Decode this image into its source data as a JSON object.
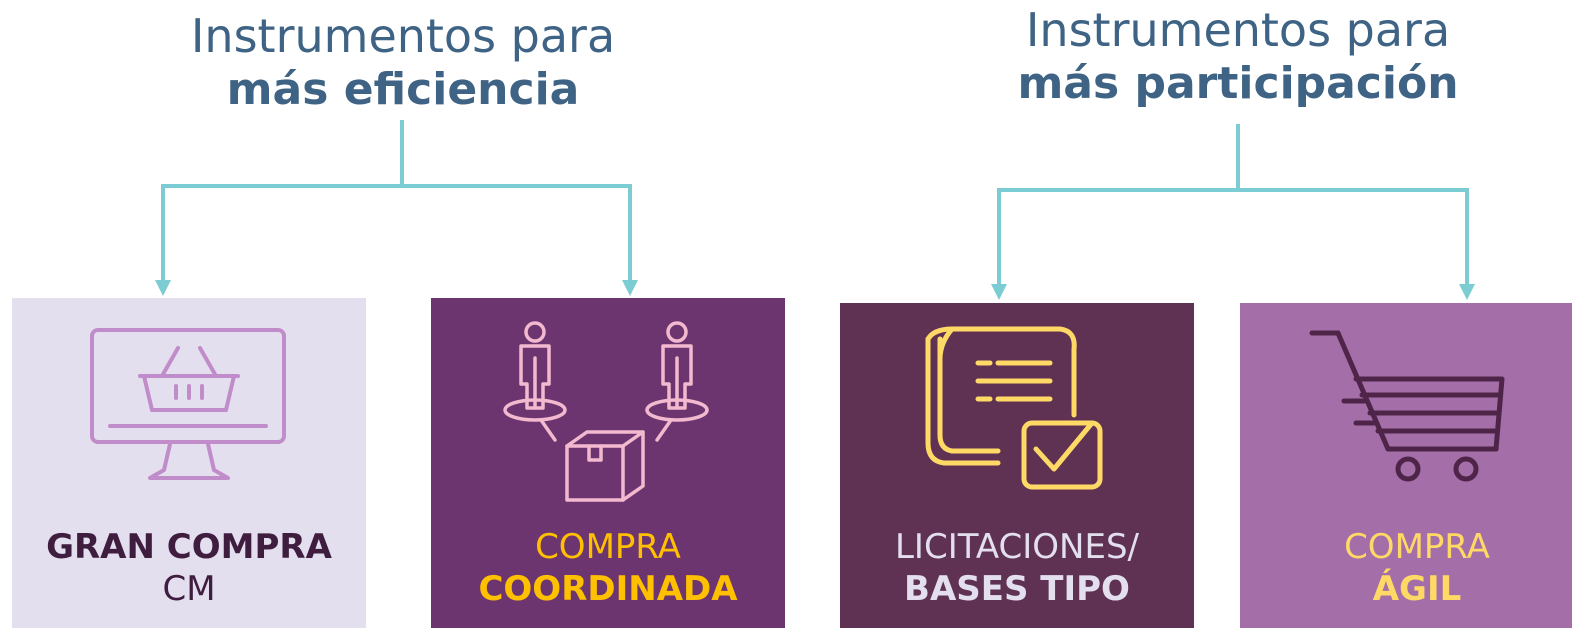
{
  "left_group": {
    "heading_line1": "Instrumentos para",
    "heading_line2": "más eficiencia",
    "cards": [
      {
        "line1": "GRAN COMPRA",
        "line2": "CM",
        "icon": "monitor-basket-icon"
      },
      {
        "line1": "COMPRA",
        "line2": "COORDINADA",
        "icon": "people-box-icon"
      }
    ]
  },
  "right_group": {
    "heading_line1": "Instrumentos para",
    "heading_line2": "más participación",
    "cards": [
      {
        "line1": "LICITACIONES/",
        "line2": "BASES TIPO",
        "icon": "document-check-icon"
      },
      {
        "line1": "COMPRA",
        "line2": "ÁGIL",
        "icon": "shopping-cart-icon"
      }
    ]
  },
  "colors": {
    "heading": "#3f6384",
    "connector": "#7ccdd3",
    "card_gran_compra": "#e4dfef",
    "card_compra_coordinada": "#6c356f",
    "card_licitaciones": "#5f3254",
    "card_compra_agil": "#a46ea9",
    "accent_yellow": "#ffc000",
    "accent_light_yellow": "#ffd966"
  }
}
